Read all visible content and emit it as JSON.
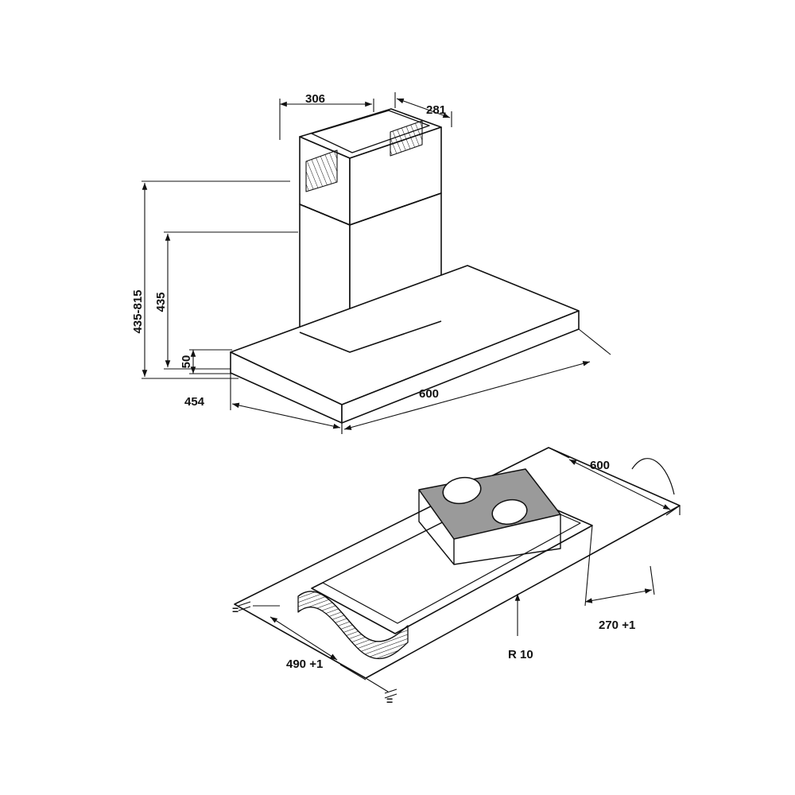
{
  "drawing": {
    "title": "Cooker hood technical drawing",
    "background_color": "#ffffff",
    "line_color": "#111111",
    "hob_fill": "#9a9a9a",
    "views": [
      {
        "id": "upper-view",
        "name": "Isometric view of chimney cooker hood with dimensions"
      },
      {
        "id": "lower-view",
        "name": "Isometric view of worktop cut-out with hob and dimensions"
      }
    ],
    "dimensions": {
      "chimney_top_width": "306",
      "chimney_top_depth": "281",
      "total_height_range": "435-815",
      "chimney_height": "435",
      "canopy_height": "50",
      "canopy_depth": "454",
      "canopy_width": "600",
      "worktop_width": "600",
      "cutout_length": "490 +1",
      "cutout_depth": "270 +1",
      "corner_radius": "R 10",
      "equal_mark_left": "=",
      "equal_mark_bottom": "="
    }
  }
}
